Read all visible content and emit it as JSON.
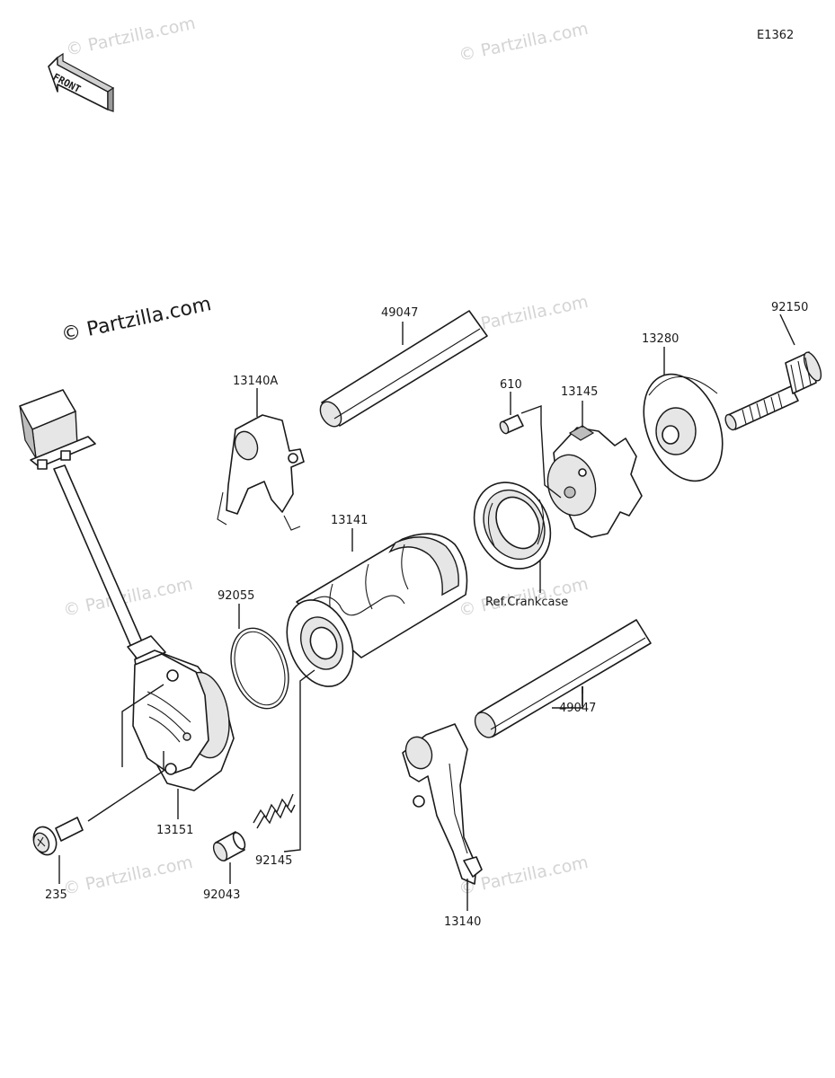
{
  "diagram_code": "E1362",
  "front_arrow_label": "FRONT",
  "watermark": {
    "main": "© Partzilla.com",
    "faint": "© Partzilla.com"
  },
  "parts": {
    "p49047_top": "49047",
    "p92150": "92150",
    "p13280": "13280",
    "p13140A": "13140A",
    "p610": "610",
    "p13145": "13145",
    "p13141": "13141",
    "ref_crankcase": "Ref.Crankcase",
    "p92055": "92055",
    "p49047_bottom": "49047",
    "p13151": "13151",
    "p235": "235",
    "p92145": "92145",
    "p92043": "92043",
    "p13140": "13140"
  }
}
